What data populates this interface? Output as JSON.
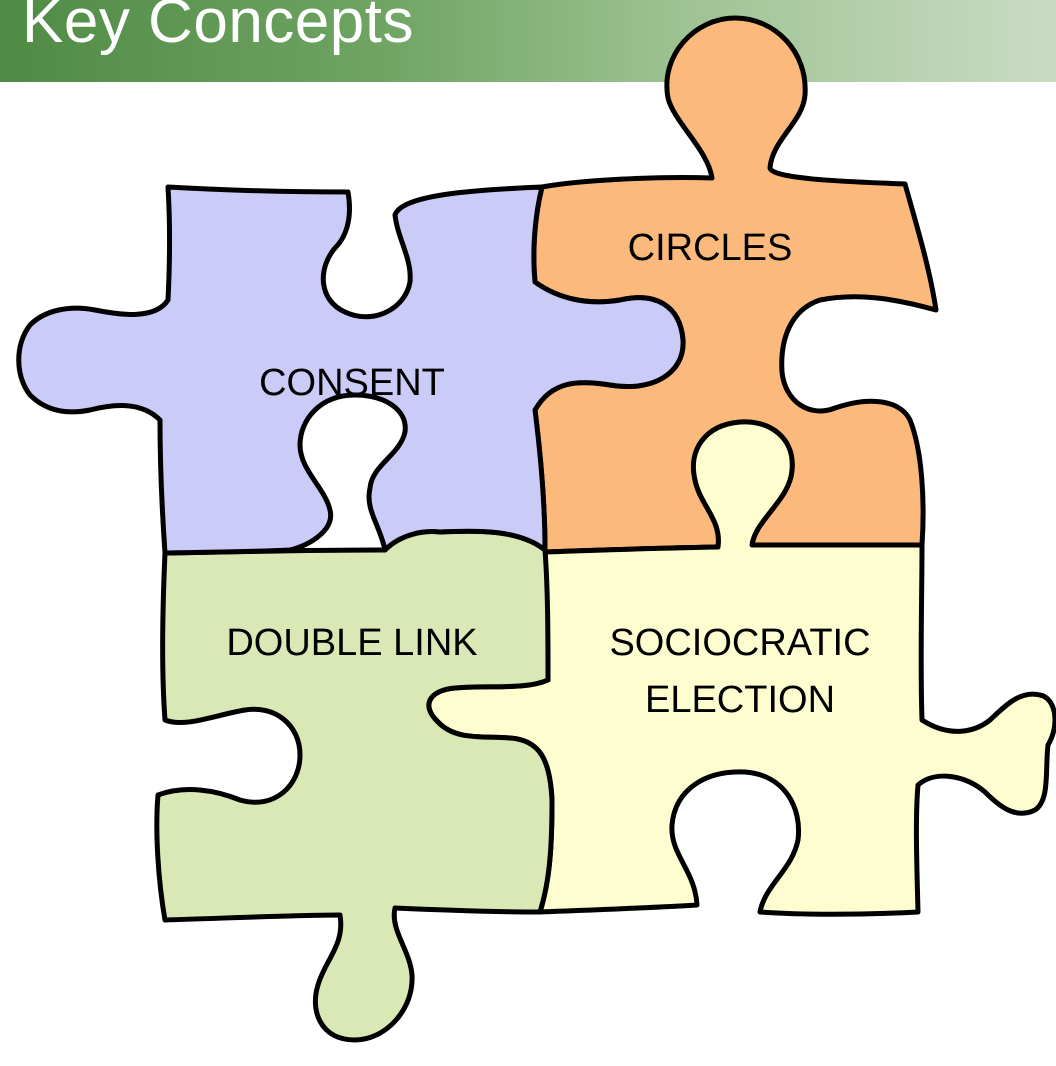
{
  "slide": {
    "title": "Key Concepts"
  },
  "puzzle": {
    "pieces": [
      {
        "id": "consent",
        "lines": [
          "CONSENT"
        ],
        "color": "#cbcbf8"
      },
      {
        "id": "circles",
        "lines": [
          "CIRCLES"
        ],
        "color": "#fbb97c"
      },
      {
        "id": "double_link",
        "lines": [
          "DOUBLE LINK"
        ],
        "color": "#d9e8b4"
      },
      {
        "id": "sociocratic_election",
        "lines": [
          "SOCIOCRATIC",
          "ELECTION"
        ],
        "color": "#fdfdcf"
      }
    ]
  }
}
